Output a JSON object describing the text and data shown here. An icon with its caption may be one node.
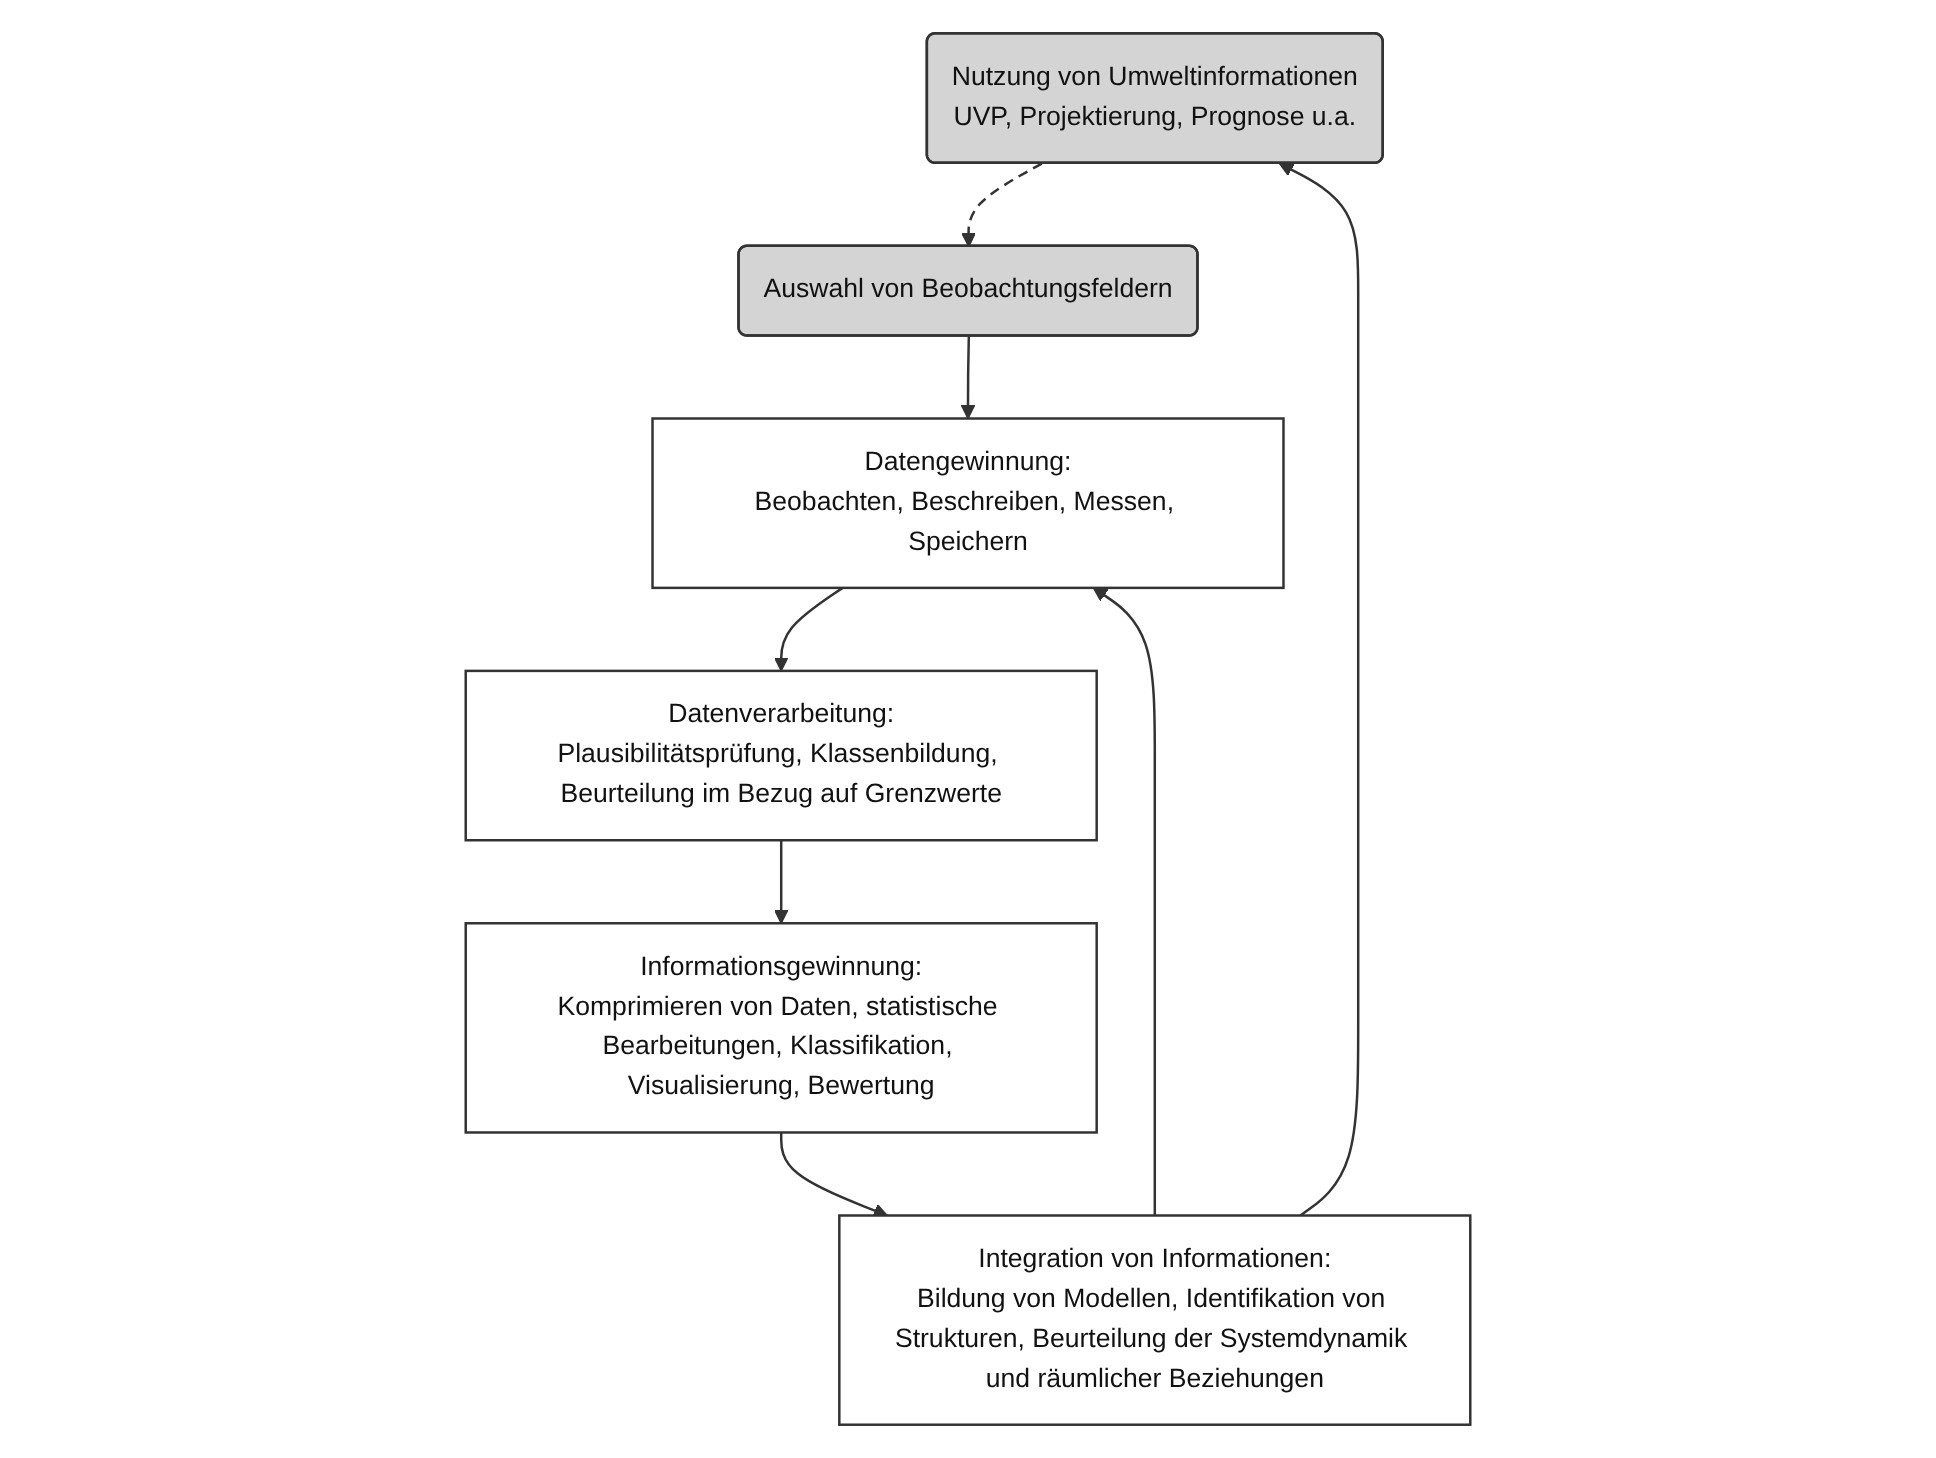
{
  "diagram": {
    "nodes": [
      {
        "text": [
          "Nutzung von Umweltinformationen",
          "UVP, Projektierung, Prognose u.a."
        ]
      },
      {
        "text": [
          "Auswahl von Beobachtungsfeldern"
        ]
      },
      {
        "text": [
          "Integration von Informationen:",
          "Bildung von Modellen, Identifikation von Strukturen, Beurteilung der Systemdynamik und räumlicher Beziehungen"
        ]
      },
      {
        "text": [
          "Datengewinnung:",
          "Beobachten, Beschreiben, Messen, Speichern"
        ]
      },
      {
        "text": [
          "Datenverarbeitung:",
          "Plausibilitätsprüfung, Klassenbildung, Beurteilung im Bezug auf Grenzwerte"
        ]
      },
      {
        "text": [
          "Informationsgewinnung:",
          "Komprimieren von Daten, statistische Bearbeitungen, Klassifikation, Visualisierung, Bewertung"
        ]
      }
    ],
    "edges": [
      {
        "from": 0,
        "to": 1,
        "arrow": "to",
        "style": "dashed"
      },
      {
        "from": 1,
        "to": 3,
        "arrow": "to"
      },
      {
        "from": 2,
        "to": 3,
        "arrow": "to"
      },
      {
        "from": 3,
        "to": 4,
        "arrow": "to"
      },
      {
        "from": 4,
        "to": 5,
        "arrow": "to"
      },
      {
        "from": 5,
        "to": 2,
        "arrow": "to"
      },
      {
        "from": 2,
        "to": 0,
        "arrow": "to"
      }
    ]
  }
}
